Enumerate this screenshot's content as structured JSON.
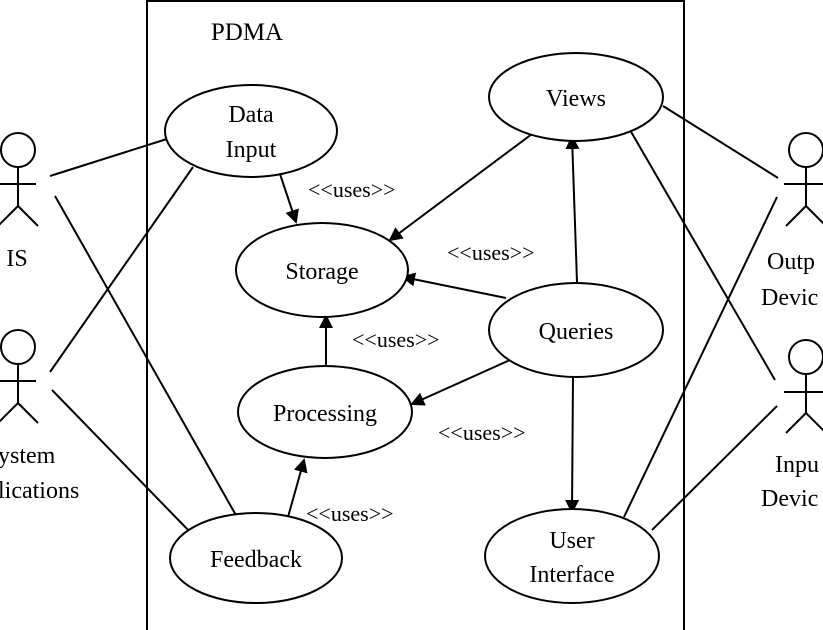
{
  "system": {
    "title": "PDMA"
  },
  "use_cases": {
    "data_input": {
      "line1": "Data",
      "line2": "Input"
    },
    "storage": {
      "label": "Storage"
    },
    "processing": {
      "label": "Processing"
    },
    "feedback": {
      "label": "Feedback"
    },
    "views": {
      "label": "Views"
    },
    "queries": {
      "label": "Queries"
    },
    "user_interface": {
      "line1": "User",
      "line2": "Interface"
    }
  },
  "actors": {
    "left_top": {
      "line1": "IS"
    },
    "left_bottom": {
      "line1": "ystem",
      "line2": "lications"
    },
    "right_top": {
      "line1": "Outp",
      "line2": "Devic"
    },
    "right_bottom": {
      "line1": "Inpu",
      "line2": "Devic"
    }
  },
  "relations": {
    "uses_storage_from_data_input": "<<uses>>",
    "uses_storage_from_queries": "<<uses>>",
    "uses_storage_from_processing": "<<uses>>",
    "uses_processing_from_queries": "<<uses>>",
    "uses_processing_from_feedback": "<<uses>>"
  }
}
